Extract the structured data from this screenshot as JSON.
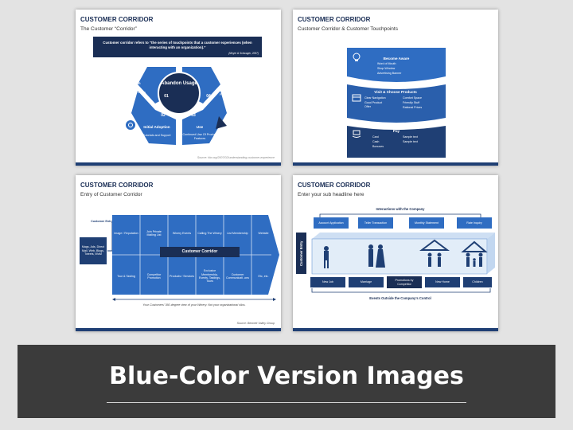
{
  "slide1": {
    "title": "CUSTOMER CORRIDOR",
    "subtitle": "The Customer “Corridor”",
    "quote": "Customer corridor refers to “the series of touchpoints that a customer experiences (when interacting with an organization).”",
    "quote_source": "(Meyer & Schwager, 2007)",
    "center": "Abandon Usage",
    "n1": "01",
    "n2": "02",
    "n3": "03",
    "n4": "04",
    "evaluation": "Evaluation",
    "evaluation_desc": "Product Trial of Demo",
    "initial": "Initial Adoption",
    "initial_desc": "Tutorials and Support",
    "use": "Use",
    "use_desc": "Continued Use Of Product Features",
    "mastery": "Mastery",
    "mastery_desc": "Continued Use Of Product Features",
    "source": "Source: hbr.org/2007/02/understanding-customer-experience"
  },
  "slide2": {
    "title": "CUSTOMER CORRIDOR",
    "subtitle": "Customer Corridor & Customer Touchpoints",
    "aware": "Become Aware",
    "aware_items": [
      "Word of Mouth",
      "Shop Window",
      "Advertising Banner"
    ],
    "visit": "Visit & Choose Products",
    "visit_left": [
      "Clear Navigation",
      "Good Product Offer"
    ],
    "visit_right": [
      "Comfort Space",
      "Friendly Stuff",
      "Rational Prices"
    ],
    "pay": "Pay",
    "pay_left": [
      "Card",
      "Cash",
      "Bonuses"
    ],
    "pay_right": [
      "Sample text",
      "Sample text"
    ]
  },
  "slide3": {
    "title": "CUSTOMER CORRIDOR",
    "subtitle": "Entry of Customer Corridor",
    "entry": "Customer Entry",
    "channels": "Mags, Ads, Direct Mail, Web, Blogs, Tweets, WoM",
    "top": [
      "Image / Reputation",
      "Join Private Mailing List",
      "Winery Events",
      "Calling The Winery",
      "List Membership",
      "Website"
    ],
    "bottom": [
      "Tour & Tasting",
      "Competitor Promotion",
      "Products / Services",
      "Exclusive Membership, Events, Tastings, Tours",
      "Customer Communicati -ons",
      "Etc, etc."
    ],
    "center": "Customer Corridor",
    "caption": "Your Customers’ 360-degree view of your Winery. Not your organizational silos.",
    "source": "Source: Bennett Valley Group"
  },
  "slide4": {
    "title": "CUSTOMER CORRIDOR",
    "subtitle": "Enter your sub headline here",
    "interactions": "Interactions with the Company",
    "top": [
      "Account Application",
      "Teller Transaction",
      "Monthly Statement",
      "Rate Inquiry"
    ],
    "entry": "Customer Entry",
    "bottom": [
      "New Job",
      "Marriage",
      "Promotions by Competitor",
      "New Home",
      "Children"
    ],
    "events": "Events Outside the Company’s Control"
  },
  "banner": {
    "text": "Blue-Color Version Images"
  },
  "colors": {
    "navy": "#1a2e55",
    "blue": "#2f6dc2",
    "dark_blue": "#1f3f74",
    "banner": "#3b3b3b"
  }
}
